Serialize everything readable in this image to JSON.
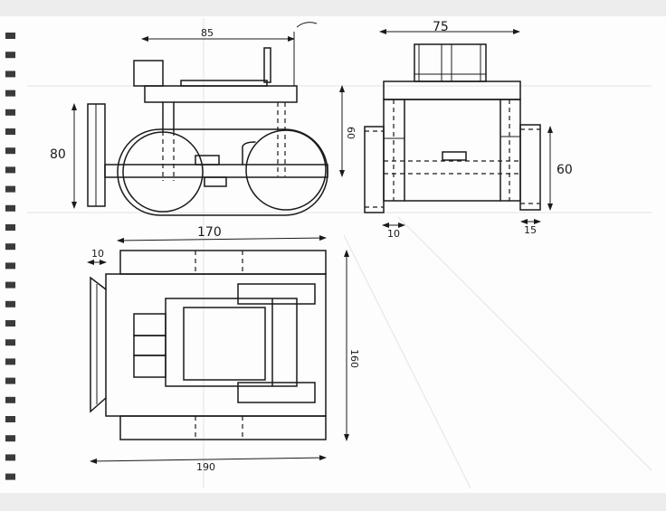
{
  "drawing": {
    "side_view": {
      "width_label": "85",
      "height_label": "60",
      "blade_height_label": "80"
    },
    "front_view": {
      "width_label": "75",
      "track_height_label": "60",
      "left_track_label": "10",
      "right_track_label": "15"
    },
    "top_view": {
      "track_length_label": "170",
      "blade_offset_label": "10",
      "width_label": "160",
      "overall_length_label": "190"
    }
  }
}
